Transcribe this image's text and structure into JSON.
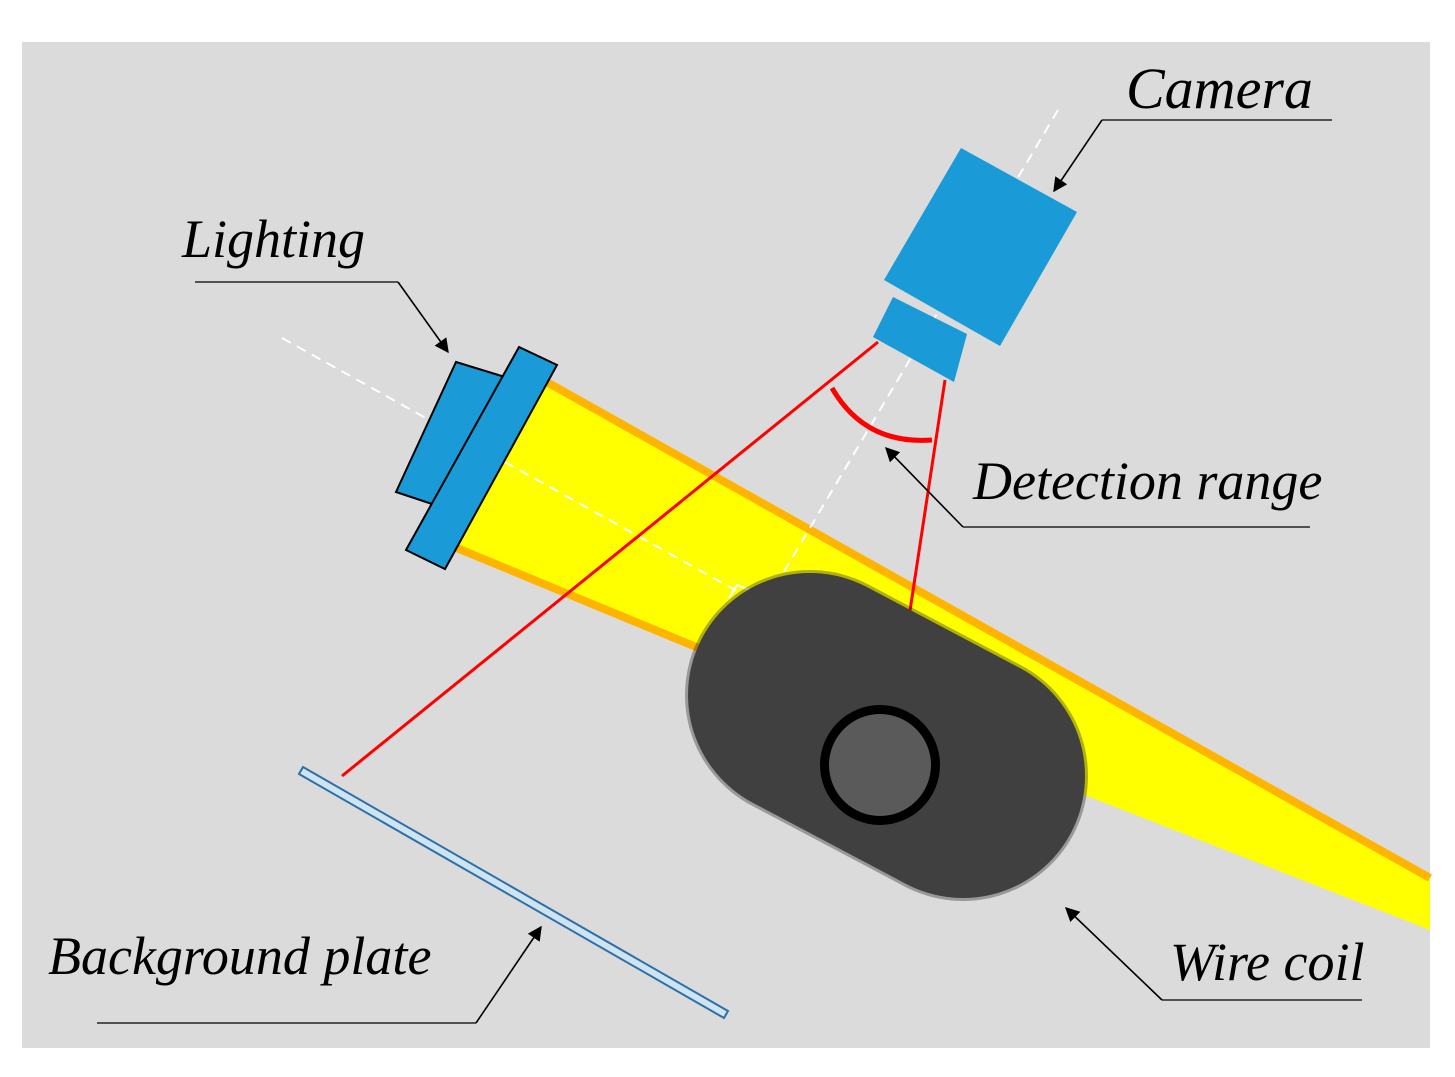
{
  "labels": {
    "camera": "Camera",
    "lighting": "Lighting",
    "detection_range": "Detection range",
    "background_plate": "Background plate",
    "wire_coil": "Wire coil"
  },
  "colors": {
    "panel_background": "#dbdbdb",
    "light_beam": "#ffff00",
    "light_beam_edge": "#ffb400",
    "device_blue": "#1a9ad6",
    "laser_red": "#ff0000",
    "coil_body": "#404040",
    "coil_core": "#5a5a5a",
    "plate": "#cfe4f1",
    "plate_edge": "#2e6fa8"
  },
  "icons": {
    "camera": "camera-icon",
    "lighting": "light-source-icon",
    "coil": "wire-coil-icon",
    "plate": "background-plate-icon"
  }
}
